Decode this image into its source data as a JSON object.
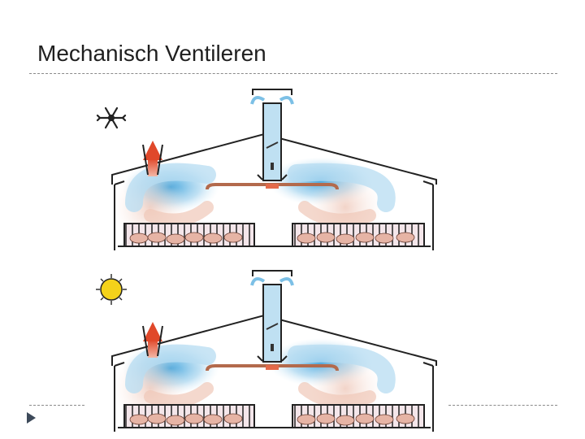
{
  "slide": {
    "title": "Mechanisch Ventileren"
  },
  "diagram": {
    "panels": [
      {
        "condition": "cold",
        "weather_icon": "snowflake-icon"
      },
      {
        "condition": "warm",
        "weather_icon": "sun-icon"
      }
    ]
  },
  "colors": {
    "air_flow": "#5aaee0",
    "warm_air": "#d98b6e",
    "exhaust_arrow": "#e8603c",
    "sun": "#f4d21a",
    "chimney_fill": "#bfe0f2",
    "text": "#1f1f1f",
    "dashed_rule": "#8a8a8a"
  }
}
